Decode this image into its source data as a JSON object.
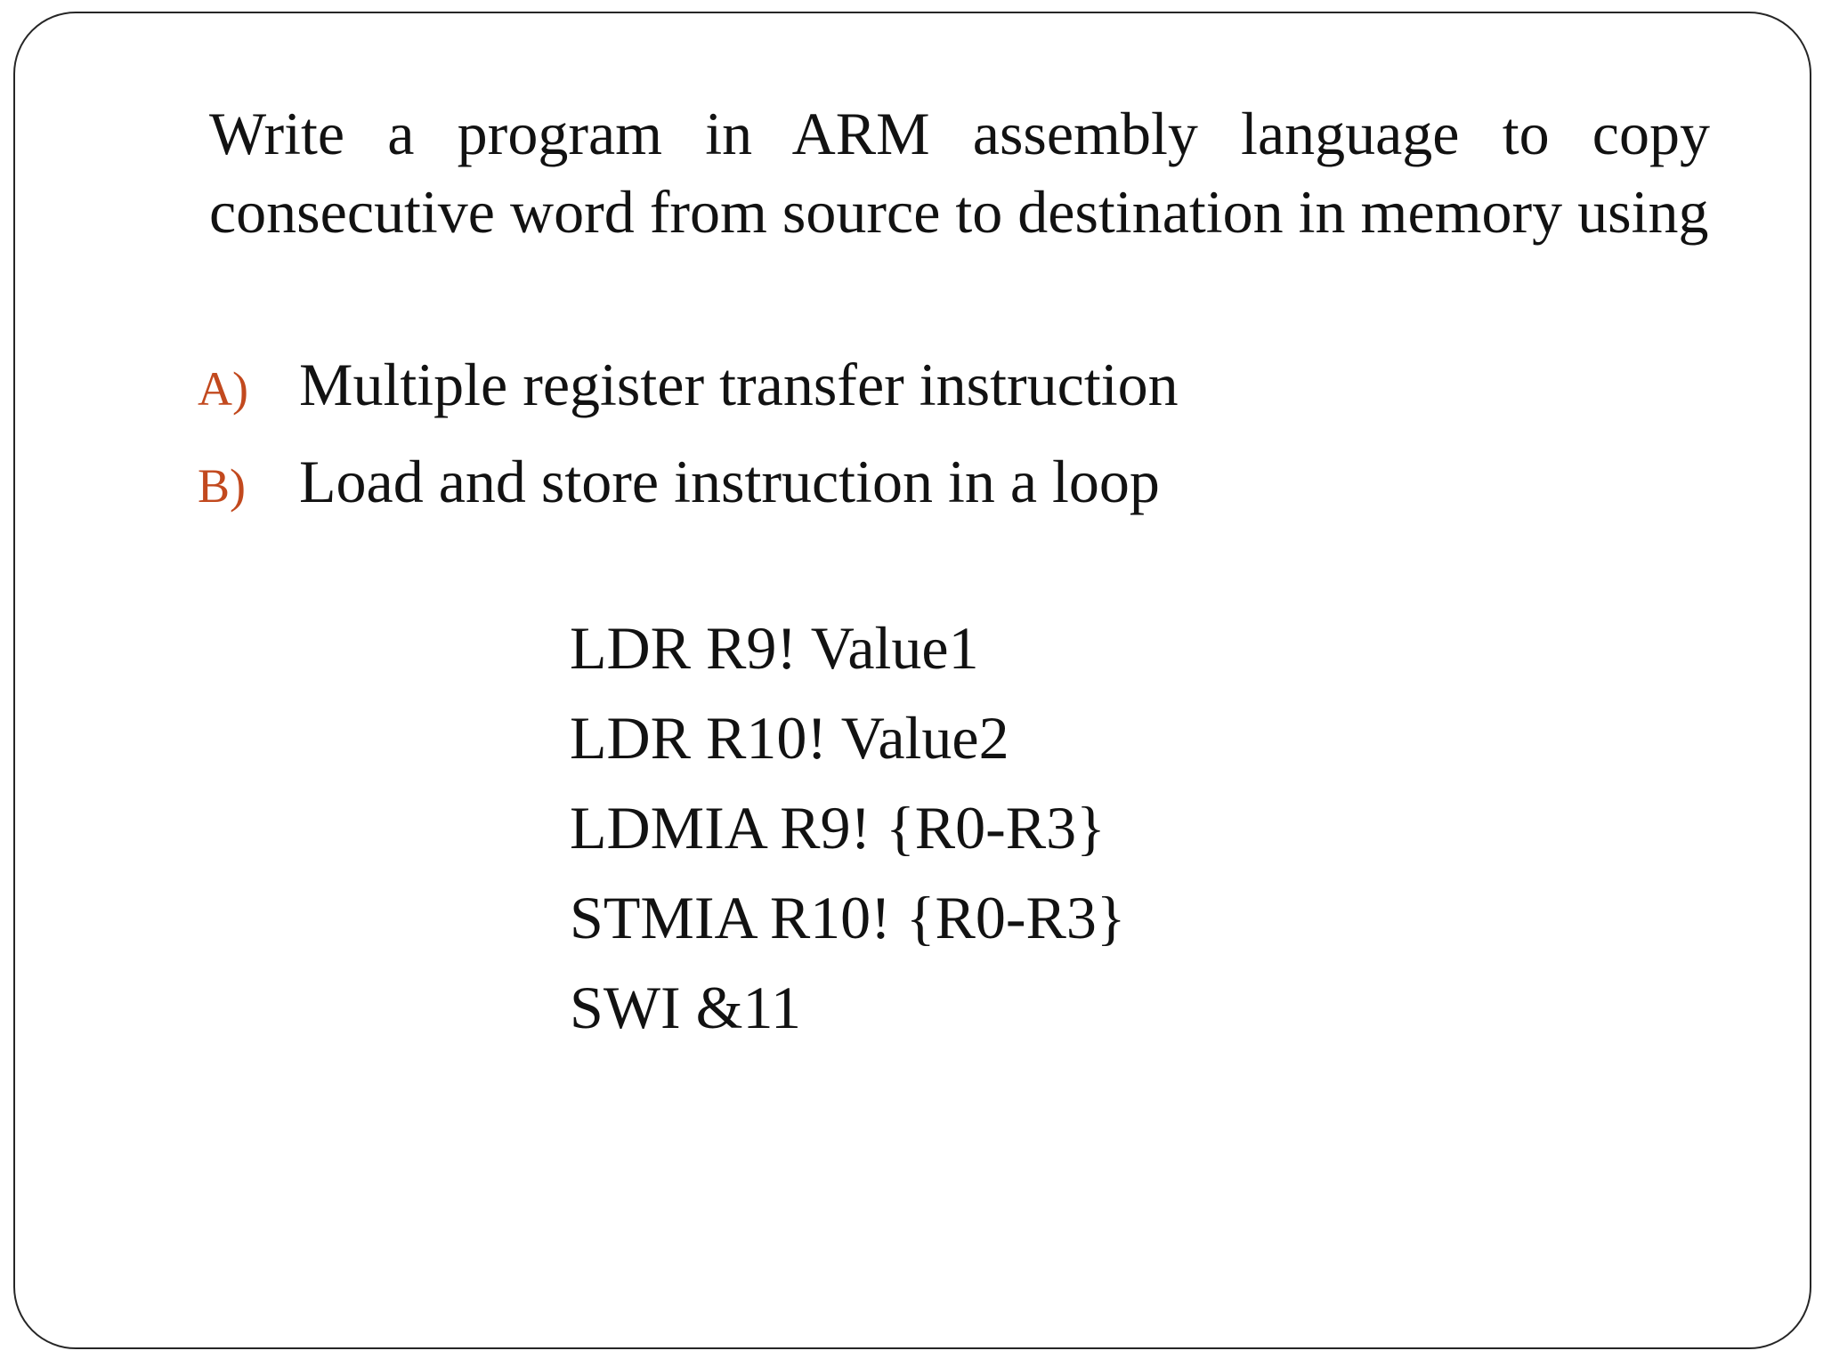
{
  "slide": {
    "background_color": "#ffffff",
    "border_color": "#262626",
    "text_color": "#121212",
    "title": {
      "line1": "Write a program in ARM assembly language to copy",
      "line2": "consecutive word from source to destination in memory using"
    },
    "options": {
      "marker_color": "#C2491E",
      "items": [
        {
          "marker": "A)",
          "text": "Multiple register transfer instruction"
        },
        {
          "marker": "B)",
          "text": "Load and store instruction in a loop"
        }
      ]
    },
    "code": {
      "lines": [
        "LDR R9! Value1",
        "LDR R10! Value2",
        "LDMIA R9! {R0-R3}",
        "STMIA R10! {R0-R3}",
        "SWI &11"
      ]
    }
  }
}
